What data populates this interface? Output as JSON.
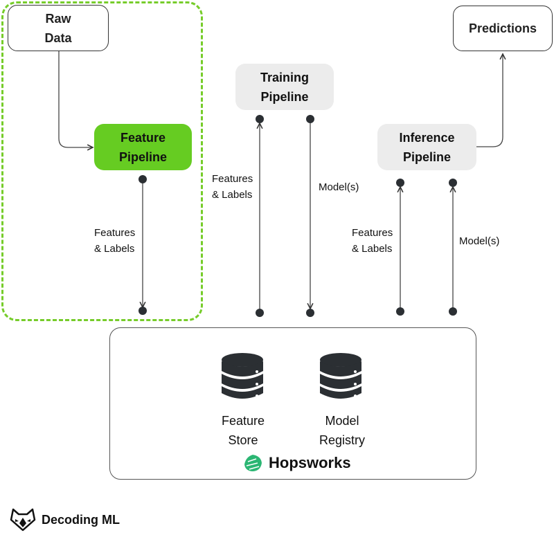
{
  "nodes": {
    "raw_data": "Raw\nData",
    "feature_pipeline": "Feature\nPipeline",
    "training_pipeline": "Training\nPipeline",
    "inference_pipeline": "Inference\nPipeline",
    "predictions": "Predictions"
  },
  "edges": {
    "feature_to_store": "Features\n& Labels",
    "store_to_training": "Features\n& Labels",
    "training_to_registry": "Model(s)",
    "store_to_inference": "Features\n& Labels",
    "registry_to_inference": "Model(s)"
  },
  "platform": {
    "feature_store": "Feature\nStore",
    "model_registry": "Model\nRegistry",
    "name": "Hopsworks"
  },
  "footer": {
    "brand": "Decoding ML"
  },
  "colors": {
    "accent_green": "#66cc22",
    "group_border": "#76cc2a",
    "pipeline_grey": "#ececec",
    "hopsworks_green": "#2bb673",
    "ink": "#2b2f33"
  }
}
